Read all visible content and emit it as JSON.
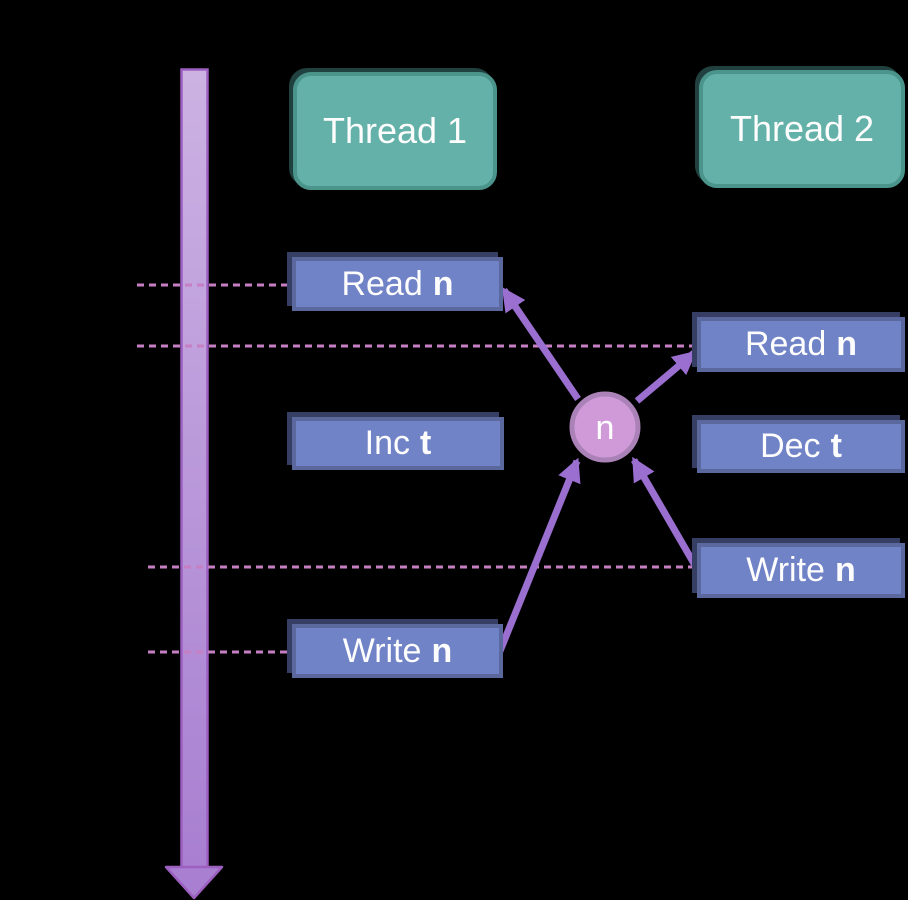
{
  "diagram": {
    "type": "concurrency-race-condition-timeline",
    "background": "#000000",
    "timeline": {
      "direction": "down"
    },
    "threads": [
      {
        "title": "Thread 1",
        "ops": [
          {
            "action": "Read",
            "var": "n"
          },
          {
            "action": "Inc",
            "var": "t"
          },
          {
            "action": "Write",
            "var": "n"
          }
        ]
      },
      {
        "title": "Thread 2",
        "ops": [
          {
            "action": "Read",
            "var": "n"
          },
          {
            "action": "Dec",
            "var": "t"
          },
          {
            "action": "Write",
            "var": "n"
          }
        ]
      }
    ],
    "shared_variable": {
      "label": "n"
    },
    "arrows": [
      {
        "from": "shared-variable",
        "to": "thread1-read-n"
      },
      {
        "from": "shared-variable",
        "to": "thread2-read-n"
      },
      {
        "from": "thread1-write-n",
        "to": "shared-variable"
      },
      {
        "from": "thread2-write-n",
        "to": "shared-variable"
      }
    ],
    "dashed_guides": [
      {
        "aligns_with": "thread1-read-n"
      },
      {
        "aligns_with": "thread2-read-n"
      },
      {
        "aligns_with": "thread2-write-n"
      },
      {
        "aligns_with": "thread1-write-n"
      }
    ],
    "colors": {
      "thread_box_fill": "#64b1a9",
      "thread_box_border": "#4b948c",
      "op_box_fill": "#7183c7",
      "op_box_border": "#5a689e",
      "timeline_fill_top": "#ccb2e3",
      "timeline_fill_bottom": "#a87fd1",
      "timeline_border": "#9d5fc0",
      "arrow": "#9a6fd0",
      "dashed_line": "#c77fc3",
      "shared_circle_fill": "#d09ad9",
      "shared_circle_border": "#aa82b7",
      "text": "#ffffff"
    }
  }
}
